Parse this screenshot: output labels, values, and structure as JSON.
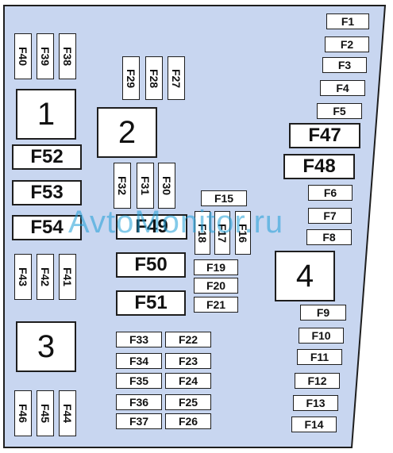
{
  "diagram": {
    "panel_fill": "#c8d6f0",
    "panel_stroke": "#1e1e1e",
    "watermark": "AvtoMonitor.ru",
    "watermark_color": "#1f9fd8",
    "fuses": [
      {
        "id": "F1",
        "label": "F1"
      },
      {
        "id": "F2",
        "label": "F2"
      },
      {
        "id": "F3",
        "label": "F3"
      },
      {
        "id": "F4",
        "label": "F4"
      },
      {
        "id": "F5",
        "label": "F5"
      },
      {
        "id": "F6",
        "label": "F6"
      },
      {
        "id": "F7",
        "label": "F7"
      },
      {
        "id": "F8",
        "label": "F8"
      },
      {
        "id": "F9",
        "label": "F9"
      },
      {
        "id": "F10",
        "label": "F10"
      },
      {
        "id": "F11",
        "label": "F11"
      },
      {
        "id": "F12",
        "label": "F12"
      },
      {
        "id": "F13",
        "label": "F13"
      },
      {
        "id": "F14",
        "label": "F14"
      },
      {
        "id": "F15",
        "label": "F15"
      },
      {
        "id": "F16",
        "label": "F16"
      },
      {
        "id": "F17",
        "label": "F17"
      },
      {
        "id": "F18",
        "label": "F18"
      },
      {
        "id": "F19",
        "label": "F19"
      },
      {
        "id": "F20",
        "label": "F20"
      },
      {
        "id": "F21",
        "label": "F21"
      },
      {
        "id": "F22",
        "label": "F22"
      },
      {
        "id": "F23",
        "label": "F23"
      },
      {
        "id": "F24",
        "label": "F24"
      },
      {
        "id": "F25",
        "label": "F25"
      },
      {
        "id": "F26",
        "label": "F26"
      },
      {
        "id": "F27",
        "label": "F27"
      },
      {
        "id": "F28",
        "label": "F28"
      },
      {
        "id": "F29",
        "label": "F29"
      },
      {
        "id": "F30",
        "label": "F30"
      },
      {
        "id": "F31",
        "label": "F31"
      },
      {
        "id": "F32",
        "label": "F32"
      },
      {
        "id": "F33",
        "label": "F33"
      },
      {
        "id": "F34",
        "label": "F34"
      },
      {
        "id": "F35",
        "label": "F35"
      },
      {
        "id": "F36",
        "label": "F36"
      },
      {
        "id": "F37",
        "label": "F37"
      },
      {
        "id": "F38",
        "label": "F38"
      },
      {
        "id": "F39",
        "label": "F39"
      },
      {
        "id": "F40",
        "label": "F40"
      },
      {
        "id": "F41",
        "label": "F41"
      },
      {
        "id": "F42",
        "label": "F42"
      },
      {
        "id": "F43",
        "label": "F43"
      },
      {
        "id": "F44",
        "label": "F44"
      },
      {
        "id": "F45",
        "label": "F45"
      },
      {
        "id": "F46",
        "label": "F46"
      },
      {
        "id": "F47",
        "label": "F47"
      },
      {
        "id": "F48",
        "label": "F48"
      },
      {
        "id": "F49",
        "label": "F49"
      },
      {
        "id": "F50",
        "label": "F50"
      },
      {
        "id": "F51",
        "label": "F51"
      },
      {
        "id": "F52",
        "label": "F52"
      },
      {
        "id": "F53",
        "label": "F53"
      },
      {
        "id": "F54",
        "label": "F54"
      }
    ],
    "relays": [
      {
        "id": "R1",
        "label": "1"
      },
      {
        "id": "R2",
        "label": "2"
      },
      {
        "id": "R3",
        "label": "3"
      },
      {
        "id": "R4",
        "label": "4"
      }
    ]
  }
}
